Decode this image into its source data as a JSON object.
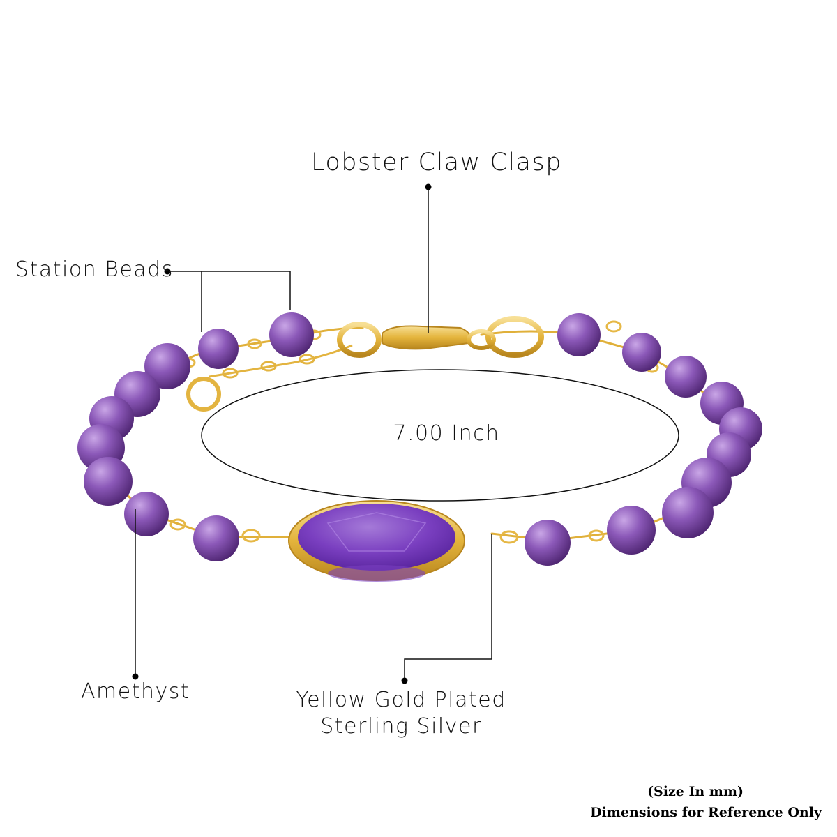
{
  "callouts": {
    "lobster_claw_clasp": "Lobster Claw Clasp",
    "station_beads": "Station Beads",
    "amethyst": "Amethyst",
    "yellow_gold_plated_line1": "Yellow Gold Plated",
    "yellow_gold_plated_line2": "Sterling Silver"
  },
  "size": {
    "length": "7.00 Inch"
  },
  "notes": {
    "size_unit": "(Size In mm)",
    "disclaimer": "Dimensions for Reference Only"
  },
  "colors": {
    "amethyst": "#7b4aa8",
    "amethyst_dark": "#4d2470",
    "gold": "#e4b43c",
    "gold_light": "#f5d98a",
    "line": "#111111"
  },
  "icons": {
    "callout_dot": "black-dot-icon",
    "clasp": "lobster-clasp-icon",
    "centerpiece": "oval-gem-icon"
  }
}
